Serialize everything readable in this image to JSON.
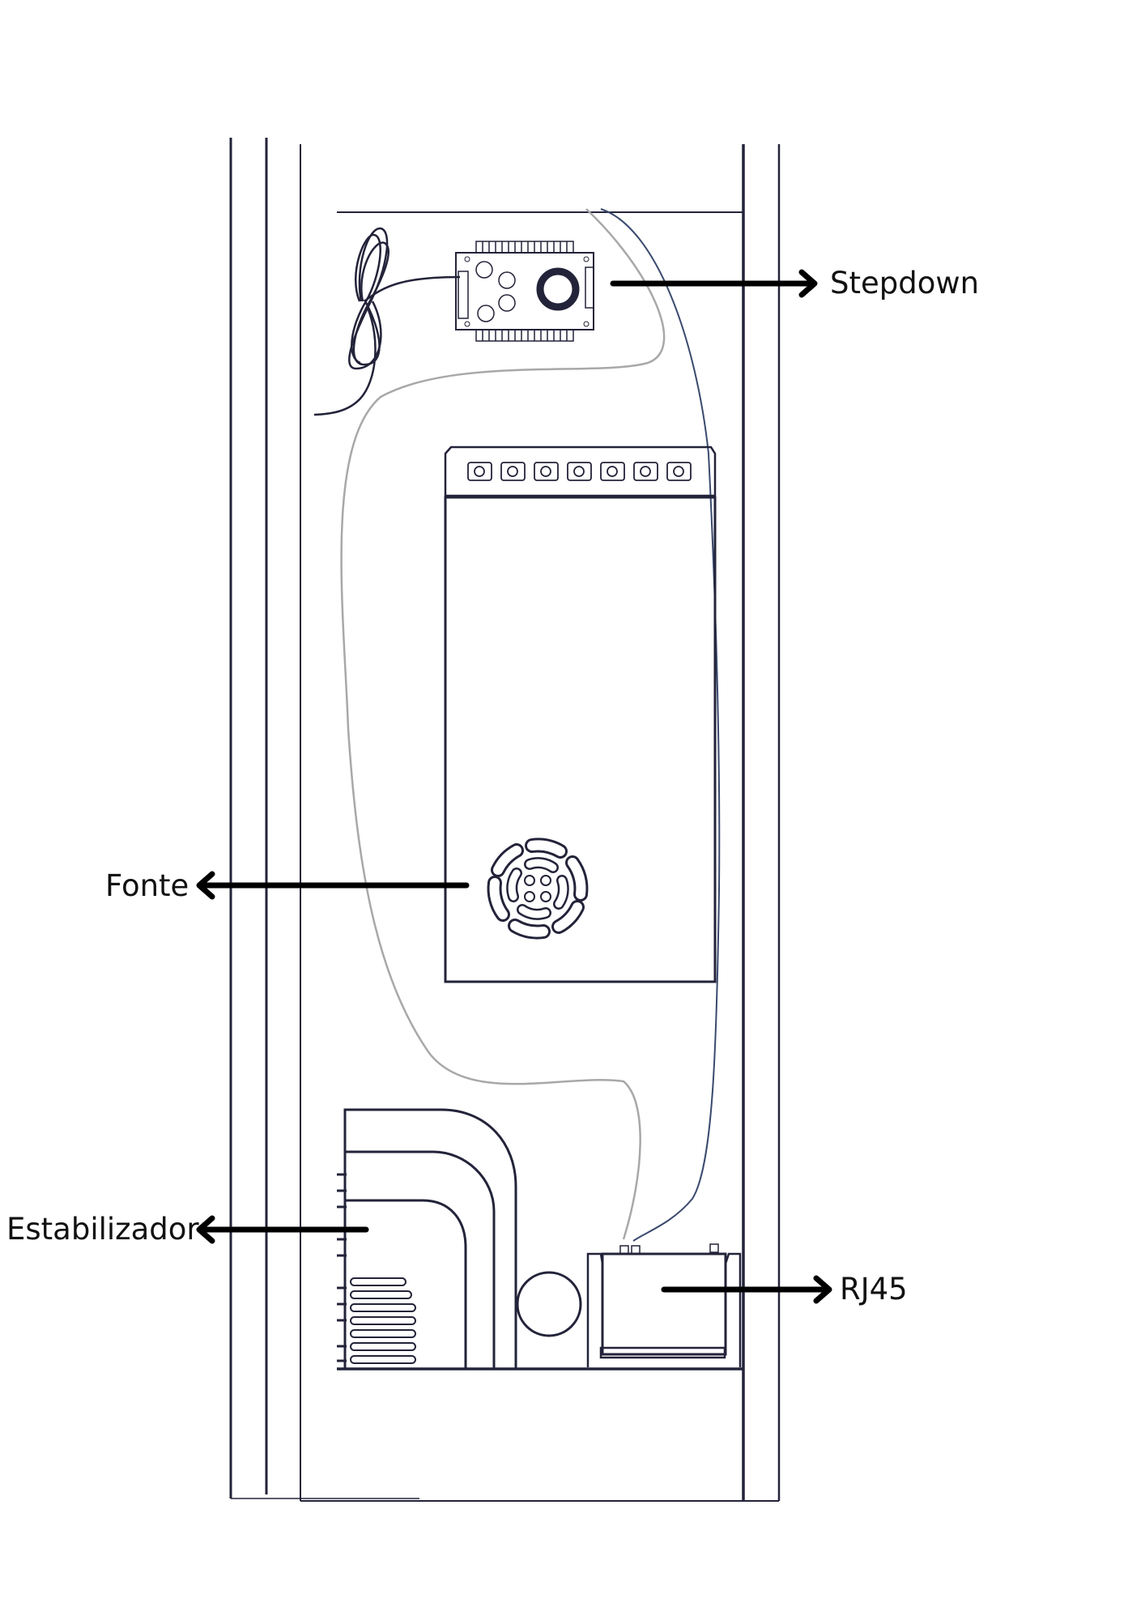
{
  "labels": {
    "stepdown": "Stepdown",
    "fonte": "Fonte",
    "estabilizador": "Estabilizador",
    "rj45": "RJ45"
  },
  "colors": {
    "outline": "#23233a",
    "arrow": "#000000",
    "wire_gray": "#a8a8a8",
    "wire_blue": "#3a4a6e",
    "text": "#111111"
  }
}
